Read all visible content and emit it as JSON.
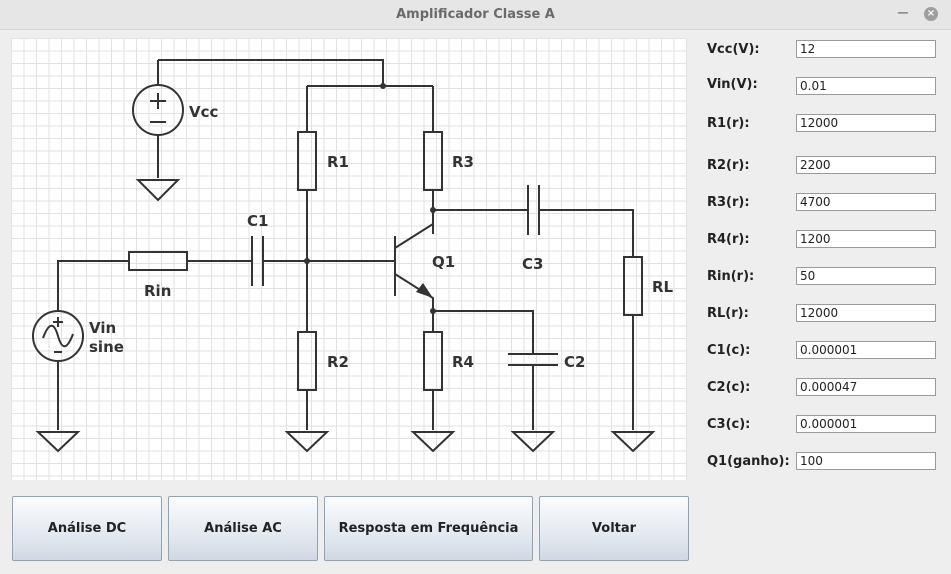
{
  "window": {
    "title": "Amplificador Classe A",
    "minimize": "−",
    "close": "×"
  },
  "circuit": {
    "labels": {
      "vcc": "Vcc",
      "r1": "R1",
      "r3": "R3",
      "c1": "C1",
      "c3": "C3",
      "rin": "Rin",
      "q1": "Q1",
      "rl": "RL",
      "vin1": "Vin",
      "vin2": "sine",
      "r2": "R2",
      "r4": "R4",
      "c2": "C2"
    }
  },
  "fields": [
    {
      "label": "Vcc(V):",
      "value": "12"
    },
    {
      "label": "Vin(V):",
      "value": "0.01"
    },
    {
      "label": "R1(r):",
      "value": "12000"
    },
    {
      "label": "R2(r):",
      "value": "2200"
    },
    {
      "label": "R3(r):",
      "value": "4700"
    },
    {
      "label": "R4(r):",
      "value": "1200"
    },
    {
      "label": "Rin(r):",
      "value": "50"
    },
    {
      "label": "RL(r):",
      "value": "12000"
    },
    {
      "label": "C1(c):",
      "value": "0.000001"
    },
    {
      "label": "C2(c):",
      "value": "0.000047"
    },
    {
      "label": "C3(c):",
      "value": "0.000001"
    },
    {
      "label": "Q1(ganho):",
      "value": "100"
    }
  ],
  "buttons": {
    "dc": "Análise DC",
    "ac": "Análise AC",
    "freq": "Resposta em Frequência",
    "back": "Voltar"
  }
}
